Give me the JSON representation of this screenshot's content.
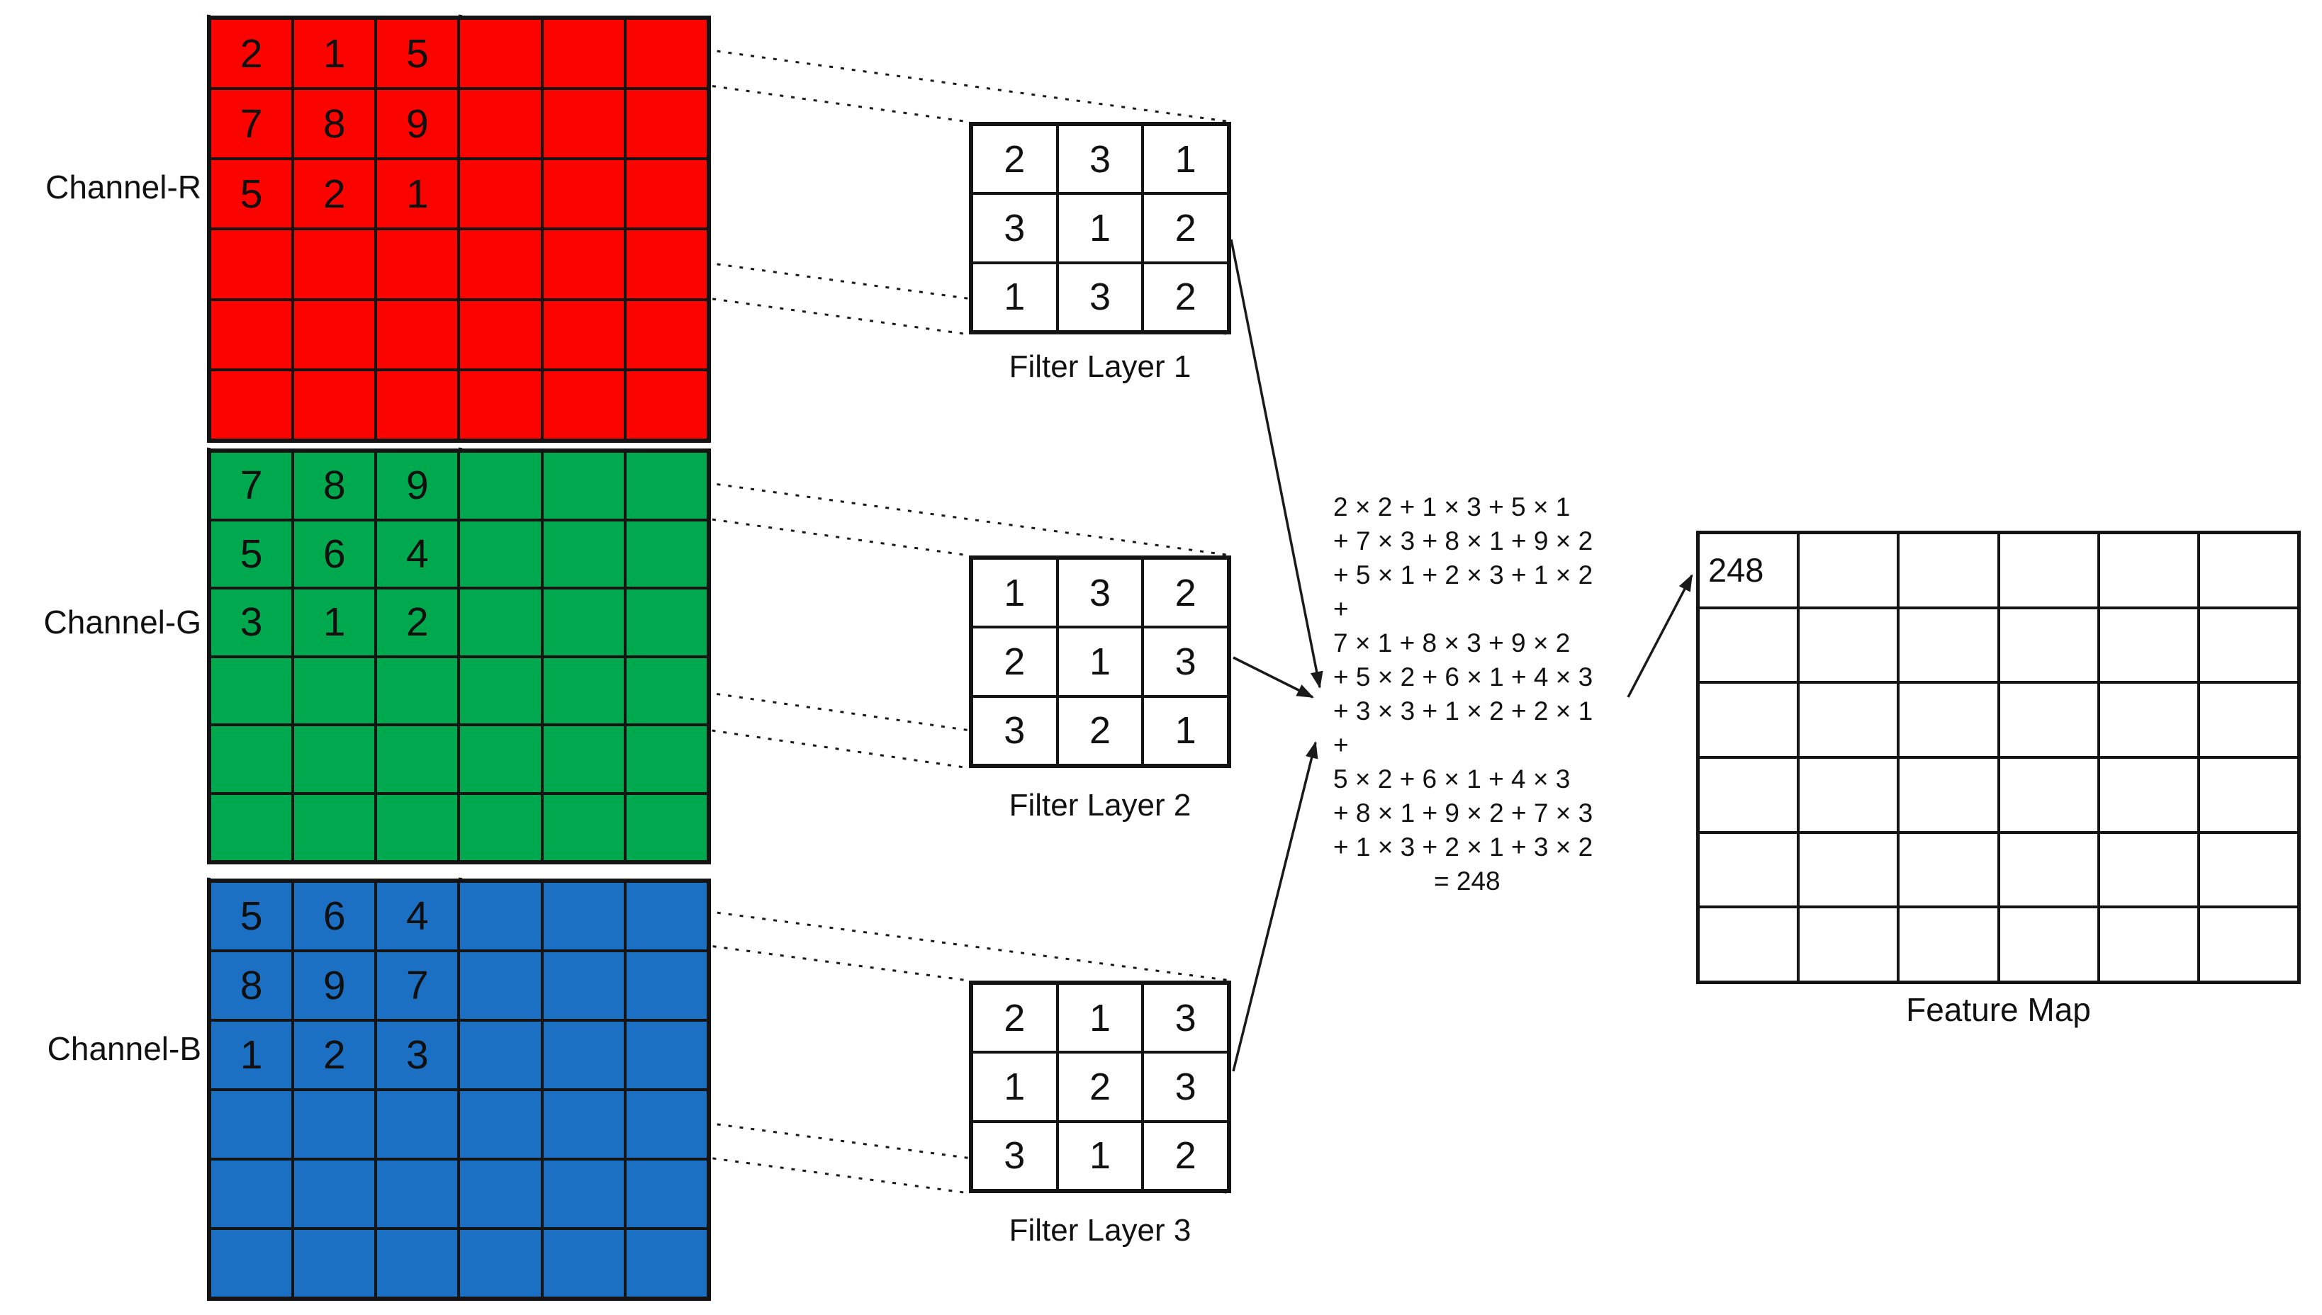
{
  "channels": [
    {
      "label": "Channel-R",
      "color": "#FB0400",
      "values": [
        [
          "2",
          "1",
          "5",
          "",
          "",
          ""
        ],
        [
          "7",
          "8",
          "9",
          "",
          "",
          ""
        ],
        [
          "5",
          "2",
          "1",
          "",
          "",
          ""
        ],
        [
          "",
          "",
          "",
          "",
          "",
          ""
        ],
        [
          "",
          "",
          "",
          "",
          "",
          ""
        ],
        [
          "",
          "",
          "",
          "",
          "",
          ""
        ]
      ]
    },
    {
      "label": "Channel-G",
      "color": "#00A94E",
      "values": [
        [
          "7",
          "8",
          "9",
          "",
          "",
          ""
        ],
        [
          "5",
          "6",
          "4",
          "",
          "",
          ""
        ],
        [
          "3",
          "1",
          "2",
          "",
          "",
          ""
        ],
        [
          "",
          "",
          "",
          "",
          "",
          ""
        ],
        [
          "",
          "",
          "",
          "",
          "",
          ""
        ],
        [
          "",
          "",
          "",
          "",
          "",
          ""
        ]
      ]
    },
    {
      "label": "Channel-B",
      "color": "#1B70C4",
      "values": [
        [
          "5",
          "6",
          "4",
          "",
          "",
          ""
        ],
        [
          "8",
          "9",
          "7",
          "",
          "",
          ""
        ],
        [
          "1",
          "2",
          "3",
          "",
          "",
          ""
        ],
        [
          "",
          "",
          "",
          "",
          "",
          ""
        ],
        [
          "",
          "",
          "",
          "",
          "",
          ""
        ],
        [
          "",
          "",
          "",
          "",
          "",
          ""
        ]
      ]
    }
  ],
  "filters": [
    {
      "label": "Filter Layer 1",
      "values": [
        [
          "2",
          "3",
          "1"
        ],
        [
          "3",
          "1",
          "2"
        ],
        [
          "1",
          "3",
          "2"
        ]
      ]
    },
    {
      "label": "Filter Layer 2",
      "values": [
        [
          "1",
          "3",
          "2"
        ],
        [
          "2",
          "1",
          "3"
        ],
        [
          "3",
          "2",
          "1"
        ]
      ]
    },
    {
      "label": "Filter Layer 3",
      "values": [
        [
          "2",
          "1",
          "3"
        ],
        [
          "1",
          "2",
          "3"
        ],
        [
          "3",
          "1",
          "2"
        ]
      ]
    }
  ],
  "calculation": {
    "lines": [
      "2 × 2 + 1 × 3 + 5 × 1",
      "+ 7 × 3 + 8 × 1 + 9 × 2",
      "+ 5 × 1 + 2 × 3 + 1 × 2",
      "+",
      "7 × 1 + 8 × 3 + 9 × 2",
      "+ 5 × 2 + 6 × 1 + 4 × 3",
      "+ 3 × 3 + 1 × 2 + 2 × 1",
      "+",
      "5 × 2 + 6 × 1 + 4 × 3",
      "+ 8 × 1 + 9 × 2 + 7 × 3",
      "+ 1 × 3 + 2 × 1 + 3 × 2",
      "= 248"
    ]
  },
  "feature_map": {
    "label": "Feature Map",
    "result": "248",
    "values": [
      [
        "248",
        "",
        "",
        "",
        "",
        ""
      ],
      [
        "",
        "",
        "",
        "",
        "",
        ""
      ],
      [
        "",
        "",
        "",
        "",
        "",
        ""
      ],
      [
        "",
        "",
        "",
        "",
        "",
        ""
      ],
      [
        "",
        "",
        "",
        "",
        "",
        ""
      ],
      [
        "",
        "",
        "",
        "",
        "",
        ""
      ]
    ]
  }
}
